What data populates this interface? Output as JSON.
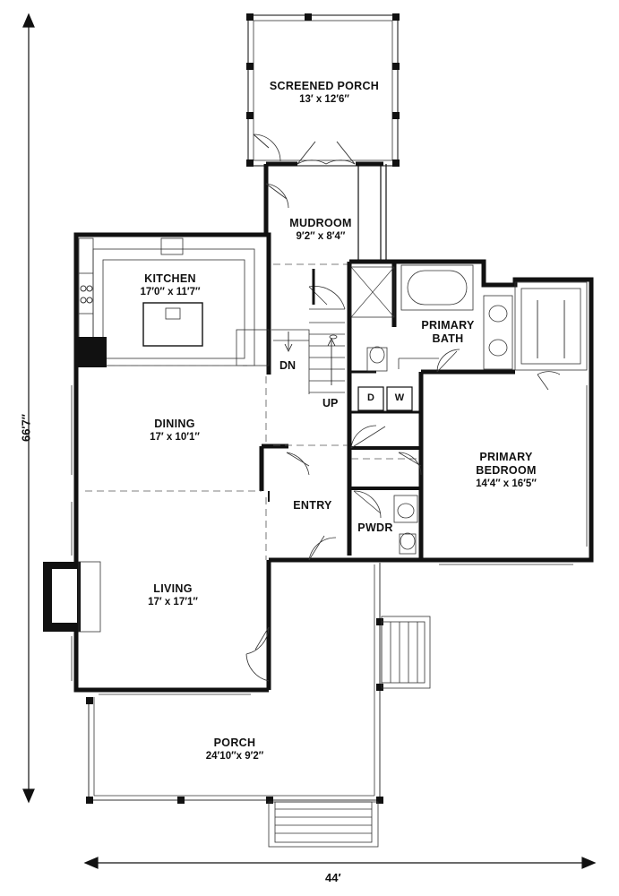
{
  "rooms": {
    "screened_porch": {
      "name": "SCREENED PORCH",
      "dim": "13′ x 12′6″"
    },
    "mudroom": {
      "name": "MUDROOM",
      "dim": "9′2″ x 8′4″"
    },
    "kitchen": {
      "name": "KITCHEN",
      "dim": "17′0″ x 11′7″"
    },
    "primary_bath": {
      "name": "PRIMARY",
      "name2": "BATH"
    },
    "dining": {
      "name": "DINING",
      "dim": "17′ x 10′1″"
    },
    "primary_bedroom": {
      "name": "PRIMARY",
      "name2": "BEDROOM",
      "dim": "14′4″ x 16′5″"
    },
    "entry": {
      "name": "ENTRY"
    },
    "pwdr": {
      "name": "PWDR"
    },
    "living": {
      "name": "LIVING",
      "dim": "17′ x 17′1″"
    },
    "porch": {
      "name": "PORCH",
      "dim": "24′10″x 9′2″"
    }
  },
  "stairs": {
    "down": "DN",
    "up": "UP"
  },
  "laundry": {
    "dryer": "D",
    "washer": "W"
  },
  "dimensions": {
    "overall_depth": "66′7″",
    "overall_width": "44′"
  },
  "colors": {
    "wall": "#111111",
    "line": "#333333",
    "background": "#ffffff"
  }
}
